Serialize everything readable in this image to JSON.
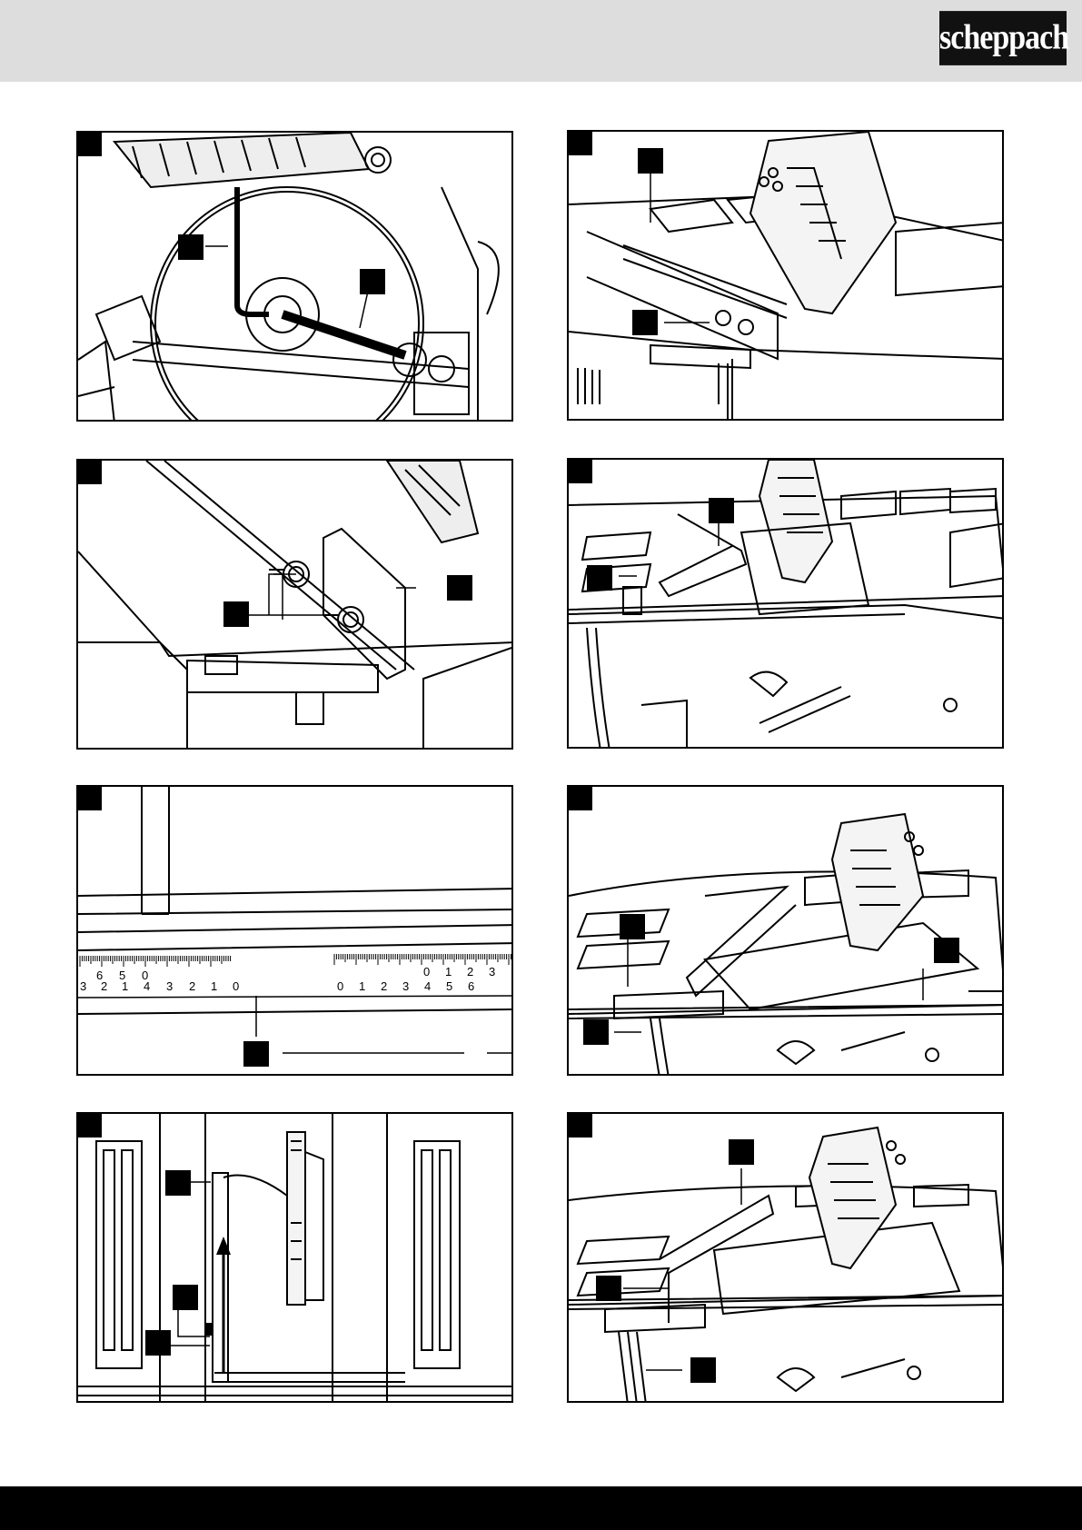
{
  "header": {
    "brand": "scheppach",
    "background": "#dddddd"
  },
  "footer": {
    "background": "#000000"
  },
  "figures": [
    {
      "number": "",
      "callouts": [
        "",
        ""
      ]
    },
    {
      "number": "",
      "callouts": [
        "",
        ""
      ]
    },
    {
      "number": "",
      "callouts": [
        "",
        ""
      ]
    },
    {
      "number": "",
      "callouts": [
        "",
        ""
      ]
    },
    {
      "number": "",
      "callouts": [
        ""
      ],
      "scale_left": [
        "3",
        "2",
        "1",
        "0",
        "4",
        "3",
        "2",
        "1",
        "0"
      ],
      "scale_left_lower": [
        "6",
        "5"
      ],
      "scale_right": [
        "0",
        "1",
        "2",
        "3",
        "4",
        "5",
        "6"
      ],
      "scale_right_upper": [
        "0",
        "1",
        "2",
        "3"
      ]
    },
    {
      "number": "",
      "callouts": [
        "",
        "",
        ""
      ]
    },
    {
      "number": "",
      "callouts": [
        "",
        "",
        ""
      ]
    },
    {
      "number": "",
      "callouts": [
        "",
        "",
        ""
      ]
    }
  ]
}
